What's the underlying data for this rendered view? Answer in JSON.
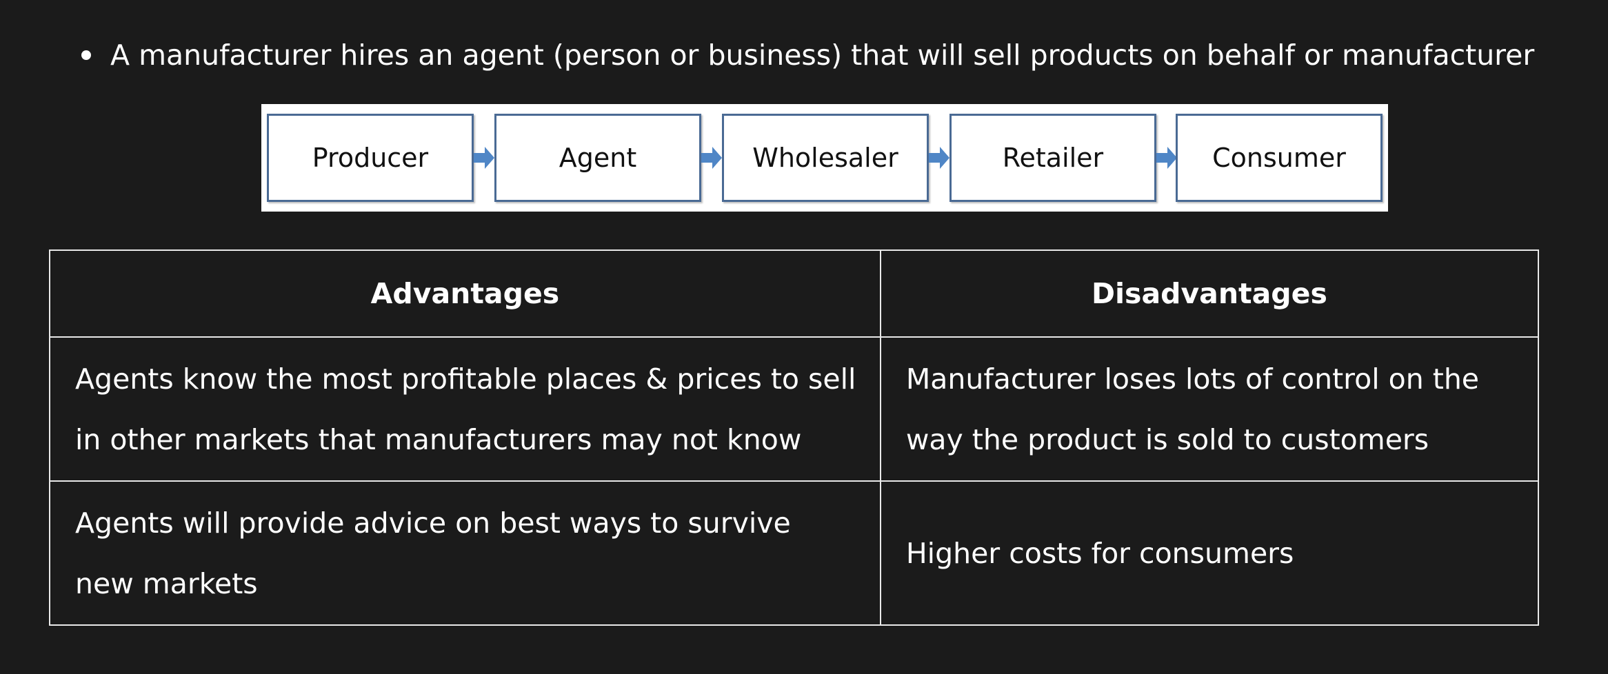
{
  "bullet": {
    "text": "A manufacturer hires an agent (person or business) that will sell products on behalf or manufacturer"
  },
  "flow": {
    "steps": [
      "Producer",
      "Agent",
      "Wholesaler",
      "Retailer",
      "Consumer"
    ],
    "box_border_color": "#4a6a94",
    "arrow_color": "#4f86c6"
  },
  "table": {
    "headers": {
      "advantages": "Advantages",
      "disadvantages": "Disadvantages"
    },
    "rows": [
      {
        "advantage": "Agents know the most profitable places & prices to sell in other markets that manufacturers may not know",
        "disadvantage": "Manufacturer loses lots of control on the way the product is sold to customers"
      },
      {
        "advantage": "Agents will provide advice on best ways to survive new markets",
        "disadvantage": "Higher costs for consumers"
      }
    ]
  },
  "colors": {
    "background": "#1b1b1b",
    "text": "#ffffff",
    "table_border": "#e9e9e9"
  }
}
